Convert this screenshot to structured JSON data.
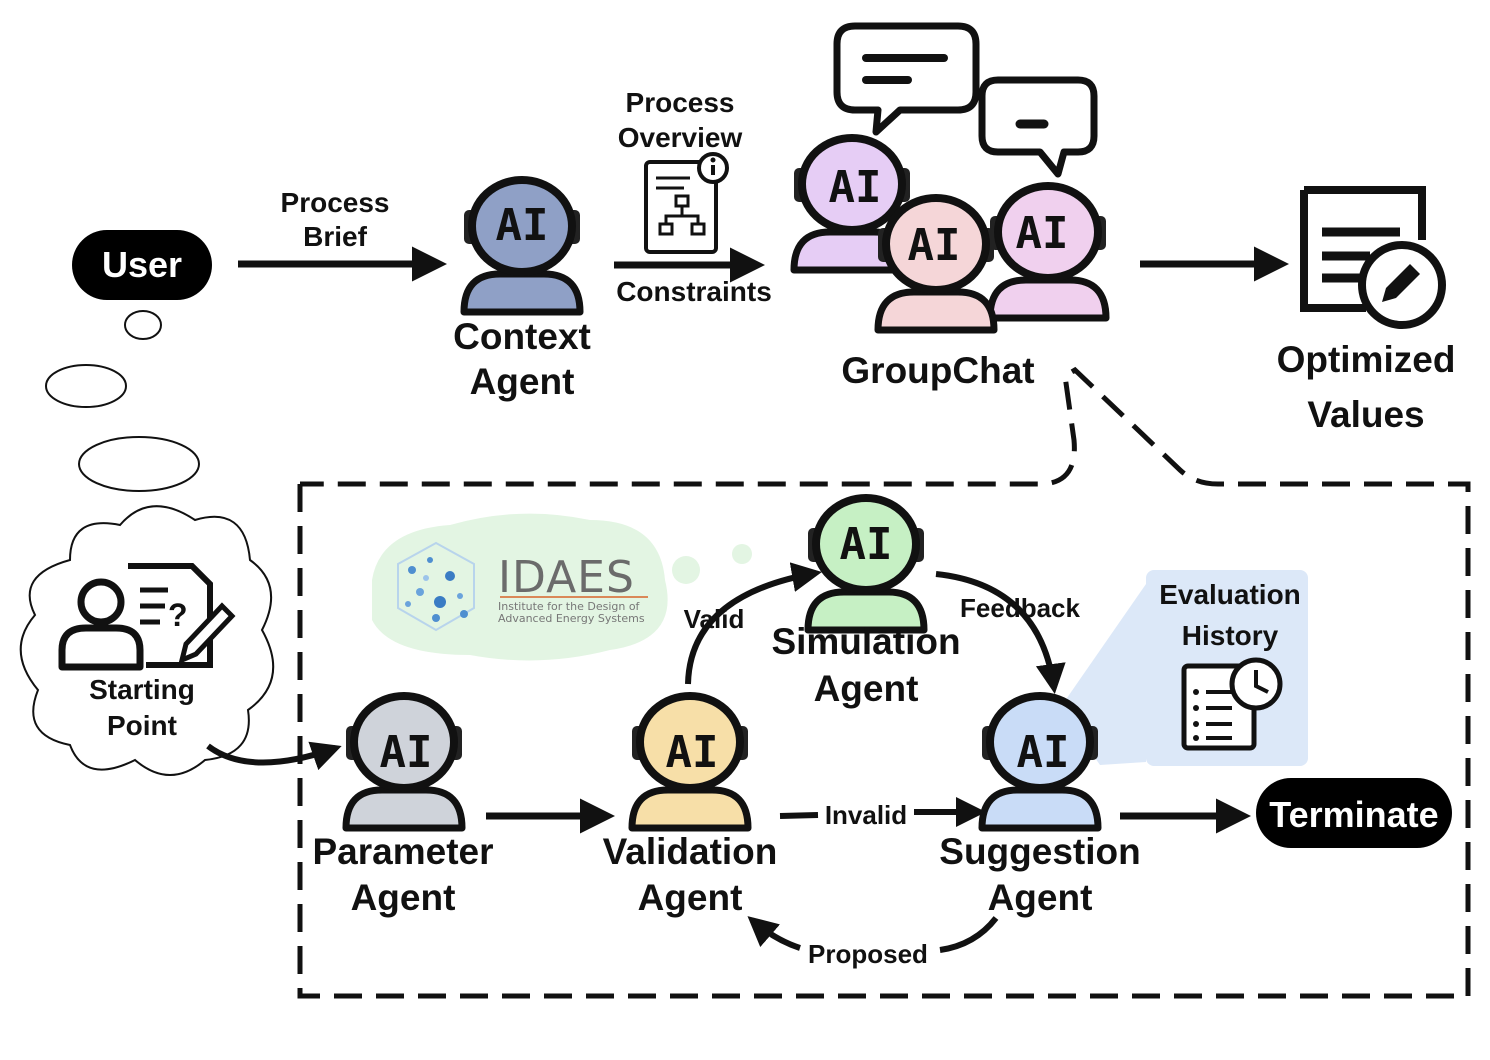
{
  "colors": {
    "context_agent": "#8fa0c6",
    "groupchat_purple": "#e6cdf5",
    "groupchat_pink": "#f5d6d8",
    "groupchat_magenta": "#f0d0ee",
    "simulation_agent": "#c6f0c4",
    "parameter_agent": "#cfd3da",
    "validation_agent": "#f7dfa8",
    "suggestion_agent": "#c9dcf7",
    "history_panel": "#dce8f8",
    "idaes_cloud": "#e3f5e3"
  },
  "icons": [
    "ai-agent-icon",
    "speech-bubble-icon",
    "document-info-icon",
    "report-edit-icon",
    "person-question-document-icon",
    "clipboard-clock-icon",
    "idaes-logo"
  ],
  "ai_glyph": "AI",
  "user": {
    "label": "User"
  },
  "process_brief": {
    "line1": "Process",
    "line2": "Brief"
  },
  "context_agent": {
    "line1": "Context",
    "line2": "Agent"
  },
  "process_overview": {
    "line1": "Process",
    "line2": "Overview"
  },
  "constraints": {
    "label": "Constraints"
  },
  "groupchat": {
    "label": "GroupChat"
  },
  "optimized_values": {
    "line1": "Optimized",
    "line2": "Values"
  },
  "starting_point": {
    "line1": "Starting",
    "line2": "Point"
  },
  "idaes": {
    "name": "IDAES",
    "tagline1": "Institute for the Design of",
    "tagline2": "Advanced Energy Systems"
  },
  "simulation_agent": {
    "line1": "Simulation",
    "line2": "Agent"
  },
  "parameter_agent": {
    "line1": "Parameter",
    "line2": "Agent"
  },
  "validation_agent": {
    "line1": "Validation",
    "line2": "Agent"
  },
  "suggestion_agent": {
    "line1": "Suggestion",
    "line2": "Agent"
  },
  "evaluation_history": {
    "line1": "Evaluation",
    "line2": "History"
  },
  "terminate": {
    "label": "Terminate"
  },
  "edges": {
    "valid": "Valid",
    "feedback": "Feedback",
    "invalid": "Invalid",
    "proposed": "Proposed"
  }
}
